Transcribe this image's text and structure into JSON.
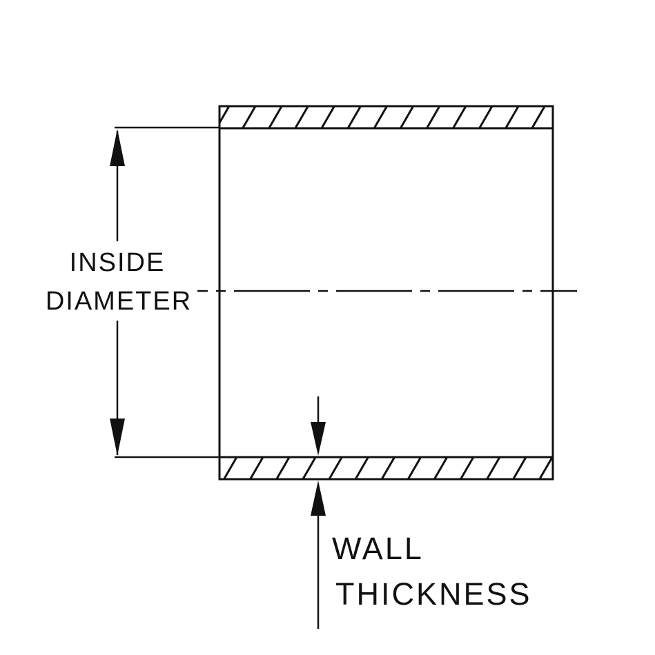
{
  "diagram": {
    "labels": {
      "inside_diameter_line1": "INSIDE",
      "inside_diameter_line2": "DIAMETER",
      "wall_thickness_line1": "WALL",
      "wall_thickness_line2": "THICKNESS"
    },
    "colors": {
      "line": "#111111",
      "background": "#ffffff"
    }
  }
}
